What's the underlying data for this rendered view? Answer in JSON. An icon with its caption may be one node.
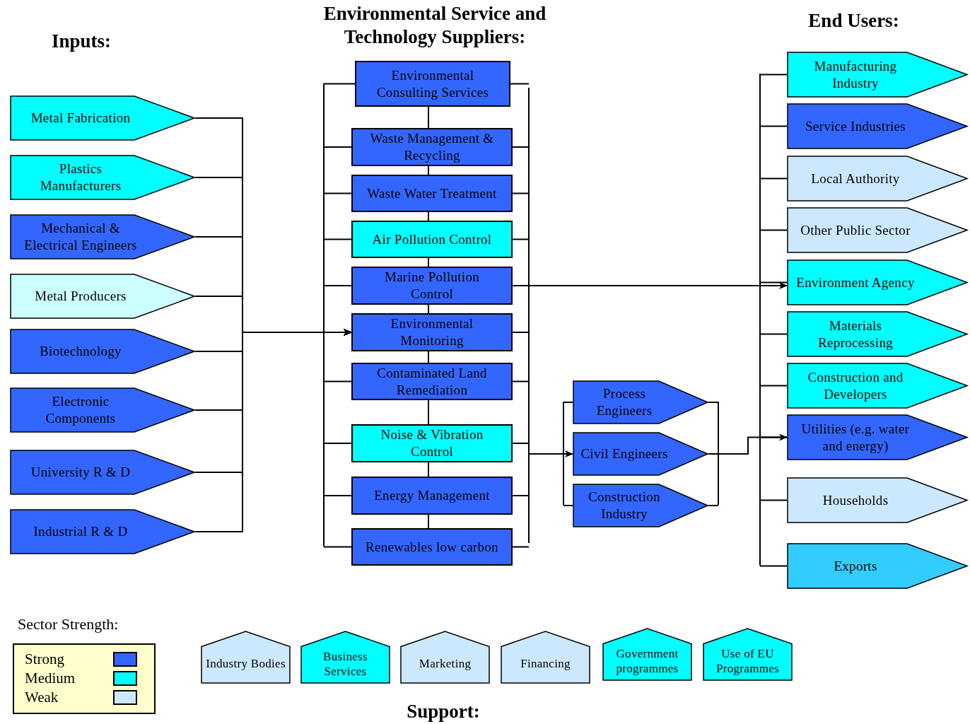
{
  "diagram": {
    "nodes": [
      {
        "text": [
          "Metal Fabrication"
        ]
      },
      {
        "text": [
          "Plastics Manufacturers"
        ]
      },
      {
        "text": [
          "Mechanical & Electrical Engineers"
        ]
      },
      {
        "text": [
          "Metal Producers"
        ]
      },
      {
        "text": [
          "Biotechnology"
        ]
      },
      {
        "text": [
          "Electronic Components"
        ]
      },
      {
        "text": [
          "University R & D"
        ]
      },
      {
        "text": [
          "Industrial R & D"
        ]
      },
      {
        "text": [
          "Environmental Consulting Services"
        ]
      },
      {
        "text": [
          "Waste Management & Recycling"
        ]
      },
      {
        "text": [
          "Waste Water Treatment"
        ]
      },
      {
        "text": [
          "Air Pollution Control"
        ]
      },
      {
        "text": [
          "Marine Pollution Control"
        ]
      },
      {
        "text": [
          "Environmental Monitoring"
        ]
      },
      {
        "text": [
          "Contaminated Land Remediation"
        ]
      },
      {
        "text": [
          "Noise & Vibration Control"
        ]
      },
      {
        "text": [
          "Energy Management"
        ]
      },
      {
        "text": [
          "Renewables low carbon"
        ]
      },
      {
        "text": [
          "Process Engineers"
        ]
      },
      {
        "text": [
          "Civil Engineers"
        ]
      },
      {
        "text": [
          "Construction Industry"
        ]
      },
      {
        "text": [
          "Manufacturing Industry"
        ]
      },
      {
        "text": [
          "Service Industries"
        ]
      },
      {
        "text": [
          "Local Authority"
        ]
      },
      {
        "text": [
          "Other Public Sector"
        ]
      },
      {
        "text": [
          "Environment Agency"
        ]
      },
      {
        "text": [
          "Materials Reprocessing"
        ]
      },
      {
        "text": [
          "Construction and Developers"
        ]
      },
      {
        "text": [
          "Utilities (e.g. water and energy)"
        ]
      },
      {
        "text": [
          "Households"
        ]
      },
      {
        "text": [
          "Exports"
        ]
      },
      {
        "text": [
          "Industry Bodies"
        ]
      },
      {
        "text": [
          "Business Services"
        ]
      },
      {
        "text": [
          "Marketing"
        ]
      },
      {
        "text": [
          "Financing"
        ]
      },
      {
        "text": [
          "Government programmes"
        ]
      },
      {
        "text": [
          "Use of EU Programmes"
        ]
      }
    ],
    "edges": [
      {
        "from": 0,
        "to": 13,
        "arrow": "to"
      },
      {
        "from": 1,
        "to": 13,
        "arrow": "to"
      },
      {
        "from": 2,
        "to": 13,
        "arrow": "to"
      },
      {
        "from": 3,
        "to": 13,
        "arrow": "to"
      },
      {
        "from": 4,
        "to": 13,
        "arrow": "to"
      },
      {
        "from": 5,
        "to": 13,
        "arrow": "to"
      },
      {
        "from": 6,
        "to": 13,
        "arrow": "to"
      },
      {
        "from": 7,
        "to": 13,
        "arrow": "to"
      },
      {
        "from": 12,
        "to": 25,
        "arrow": "to"
      },
      {
        "from": 15,
        "to": 19,
        "arrow": "to"
      },
      {
        "from": 19,
        "to": 28,
        "arrow": "to"
      },
      {
        "from": 8,
        "to": 9,
        "arrow": "none"
      },
      {
        "from": 9,
        "to": 10,
        "arrow": "none"
      },
      {
        "from": 10,
        "to": 11,
        "arrow": "none"
      },
      {
        "from": 11,
        "to": 12,
        "arrow": "none"
      },
      {
        "from": 12,
        "to": 13,
        "arrow": "none"
      },
      {
        "from": 13,
        "to": 14,
        "arrow": "none"
      },
      {
        "from": 14,
        "to": 15,
        "arrow": "none"
      },
      {
        "from": 15,
        "to": 16,
        "arrow": "none"
      },
      {
        "from": 16,
        "to": 17,
        "arrow": "none"
      }
    ],
    "labels": [
      "Inputs:",
      "Environmental Service and Technology Suppliers:",
      "End Users:",
      "Sector Strength:",
      "Support:"
    ],
    "legend": [
      {
        "text": "Strong",
        "color": "#3366ff"
      },
      {
        "text": "Medium",
        "color": "#00ffff"
      },
      {
        "text": "Weak",
        "color": "#cce8ff"
      }
    ]
  }
}
